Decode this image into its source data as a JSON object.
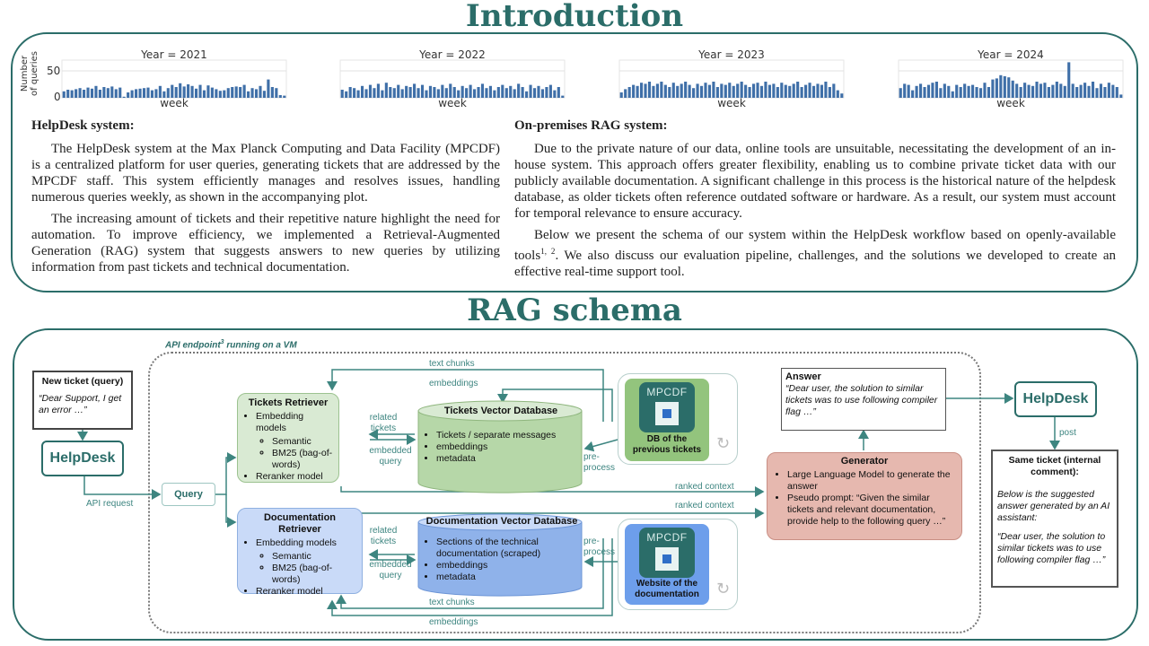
{
  "intro": {
    "heading": "Introduction",
    "ylabel_line1": "Number",
    "ylabel_line2": "of queries",
    "tick_50": "50",
    "tick_0": "0",
    "charts": [
      {
        "title": "Year = 2021",
        "xlabel": "week"
      },
      {
        "title": "Year = 2022",
        "xlabel": "week"
      },
      {
        "title": "Year = 2023",
        "xlabel": "week"
      },
      {
        "title": "Year = 2024",
        "xlabel": "week"
      }
    ],
    "left_heading": "HelpDesk system:",
    "left_p1": "The HelpDesk system at the Max Planck Computing and Data Facility (MPCDF) is a centralized platform for user queries, generating tickets that are addressed by the MPCDF staff. This system efficiently manages and resolves issues, handling numerous queries weekly, as shown in the accompanying plot.",
    "left_p2": "The increasing amount of tickets and their repetitive nature highlight the need for automation. To improve efficiency, we implemented a Retrieval-Augmented Generation (RAG) system that suggests answers to new queries by utilizing information from past tickets and technical documentation.",
    "right_heading": "On-premises RAG system:",
    "right_p1": "Due to the private nature of our data, online tools are unsuitable, necessitating the development of an in-house system. This approach offers greater flexibility, enabling us to combine private ticket data with our publicly available documentation. A significant challenge in this process is the historical nature of the helpdesk database, as older tickets often reference outdated software or hardware. As a result, our system must account for temporal relevance to ensure accuracy.",
    "right_p2_a": "Below we present the schema of our system within the HelpDesk workflow based on openly-available tools",
    "right_p2_sup": "1, 2",
    "right_p2_b": ". We also discuss our evaluation pipeline, challenges, and the solutions we developed to create an effective real-time support tool."
  },
  "chart_data": [
    {
      "type": "bar",
      "title": "Year = 2021",
      "xlabel": "week",
      "ylabel": "Number of queries",
      "ylim": [
        0,
        70
      ],
      "values": [
        12,
        15,
        14,
        16,
        18,
        15,
        19,
        17,
        22,
        15,
        20,
        18,
        21,
        16,
        19,
        2,
        10,
        14,
        16,
        17,
        18,
        19,
        14,
        16,
        22,
        12,
        18,
        24,
        20,
        27,
        21,
        25,
        22,
        17,
        24,
        14,
        23,
        19,
        16,
        13,
        14,
        18,
        20,
        21,
        20,
        24,
        12,
        18,
        16,
        22,
        13,
        34,
        20,
        18,
        5,
        4
      ]
    },
    {
      "type": "bar",
      "title": "Year = 2022",
      "xlabel": "week",
      "ylabel": "Number of queries",
      "ylim": [
        0,
        70
      ],
      "values": [
        15,
        12,
        20,
        18,
        14,
        22,
        16,
        24,
        18,
        26,
        14,
        28,
        20,
        18,
        24,
        16,
        22,
        20,
        26,
        18,
        24,
        14,
        22,
        20,
        16,
        24,
        18,
        26,
        20,
        14,
        22,
        18,
        24,
        16,
        20,
        26,
        18,
        22,
        14,
        20,
        24,
        18,
        22,
        16,
        26,
        20,
        12,
        24,
        18,
        22,
        16,
        20,
        24,
        14,
        20,
        4
      ]
    },
    {
      "type": "bar",
      "title": "Year = 2023",
      "xlabel": "week",
      "ylabel": "Number of queries",
      "ylim": [
        0,
        70
      ],
      "values": [
        10,
        16,
        20,
        24,
        22,
        28,
        26,
        30,
        22,
        26,
        30,
        24,
        20,
        28,
        22,
        26,
        30,
        24,
        18,
        26,
        22,
        28,
        24,
        30,
        20,
        26,
        24,
        28,
        22,
        26,
        30,
        24,
        20,
        26,
        28,
        22,
        30,
        24,
        26,
        20,
        28,
        24,
        22,
        26,
        30,
        20,
        24,
        28,
        22,
        26,
        24,
        30,
        20,
        26,
        14,
        8
      ]
    },
    {
      "type": "bar",
      "title": "Year = 2024",
      "xlabel": "week",
      "ylabel": "Number of queries",
      "ylim": [
        0,
        70
      ],
      "values": [
        18,
        26,
        24,
        14,
        22,
        26,
        20,
        24,
        28,
        30,
        18,
        26,
        22,
        12,
        24,
        20,
        26,
        22,
        24,
        20,
        18,
        28,
        20,
        34,
        36,
        42,
        40,
        38,
        32,
        26,
        20,
        28,
        24,
        22,
        30,
        26,
        28,
        20,
        24,
        30,
        26,
        22,
        66,
        26,
        20,
        24,
        28,
        22,
        30,
        18,
        26,
        20,
        28,
        24,
        20,
        6
      ]
    }
  ],
  "rag": {
    "heading": "RAG schema",
    "api_label_a": "API endpoint",
    "api_label_sup": "3",
    "api_label_b": " running on a VM",
    "new_ticket_title": "New ticket (query)",
    "new_ticket_text": "“Dear Support, I get an error …”",
    "helpdesk_left": "HelpDesk",
    "api_request": "API request",
    "query": "Query",
    "tickets_retriever": {
      "title": "Tickets Retriever",
      "item1": "Embedding models",
      "sub1": "Semantic",
      "sub2": "BM25 (bag-of-words)",
      "item2": "Reranker model"
    },
    "doc_retriever": {
      "title": "Documentation Retriever",
      "item1": "Embedding models",
      "sub1": "Semantic",
      "sub2": "BM25 (bag-of-words)",
      "item2": "Reranker model"
    },
    "tickets_db": {
      "title": "Tickets Vector Database",
      "item1": "Tickets / separate messages",
      "item2": "embeddings",
      "item3": "metadata"
    },
    "doc_db": {
      "title": "Documentation Vector Database",
      "item1": "Sections of the technical documentation (scraped)",
      "item2": "embeddings",
      "item3": "metadata"
    },
    "related_tickets_1": "related",
    "related_tickets_2": "tickets",
    "embedded_query_1": "embedded",
    "embedded_query_2": "query",
    "text_chunks": "text chunks",
    "embeddings": "embeddings",
    "pre_process_1": "pre-",
    "pre_process_2": "process",
    "logo_text": "MPCDF",
    "db_prev_1": "DB of the",
    "db_prev_2": "previous tickets",
    "website_1": "Website of the",
    "website_2": "documentation",
    "ranked_context": "ranked context",
    "answer_title": "Answer",
    "answer_text": "“Dear user, the solution to similar tickets was to use following compiler flag …”",
    "generator": {
      "title": "Generator",
      "item1": "Large Language Model to generate the answer",
      "item2": "Pseudo prompt: “Given the similar tickets and relevant documentation, provide help to the following query …”"
    },
    "helpdesk_right": "HelpDesk",
    "post": "post",
    "same_ticket_title": "Same ticket (internal comment):",
    "same_ticket_text1": "Below is the suggested answer generated by an AI assistant:",
    "same_ticket_text2": "“Dear user, the solution to similar tickets was to use following compiler flag …”"
  }
}
